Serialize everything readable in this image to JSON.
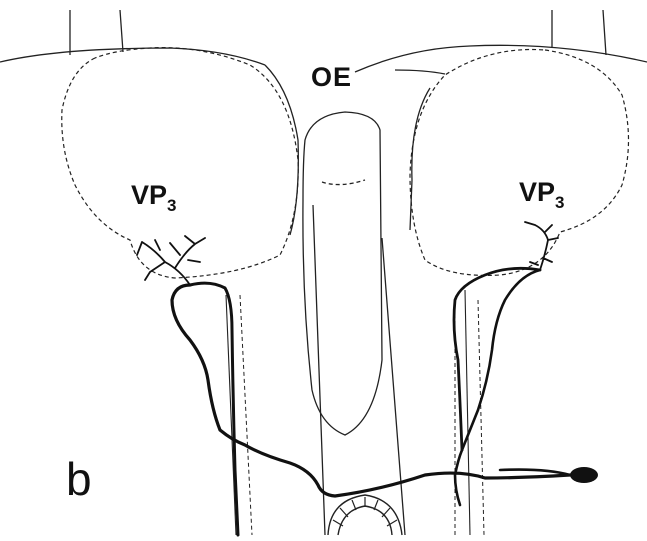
{
  "labels": {
    "center": "OE",
    "left_main": "VP",
    "left_sub": "3",
    "right_main": "VP",
    "right_sub": "3",
    "panel": "b"
  },
  "colors": {
    "ink": "#111111",
    "background": "#ffffff"
  }
}
